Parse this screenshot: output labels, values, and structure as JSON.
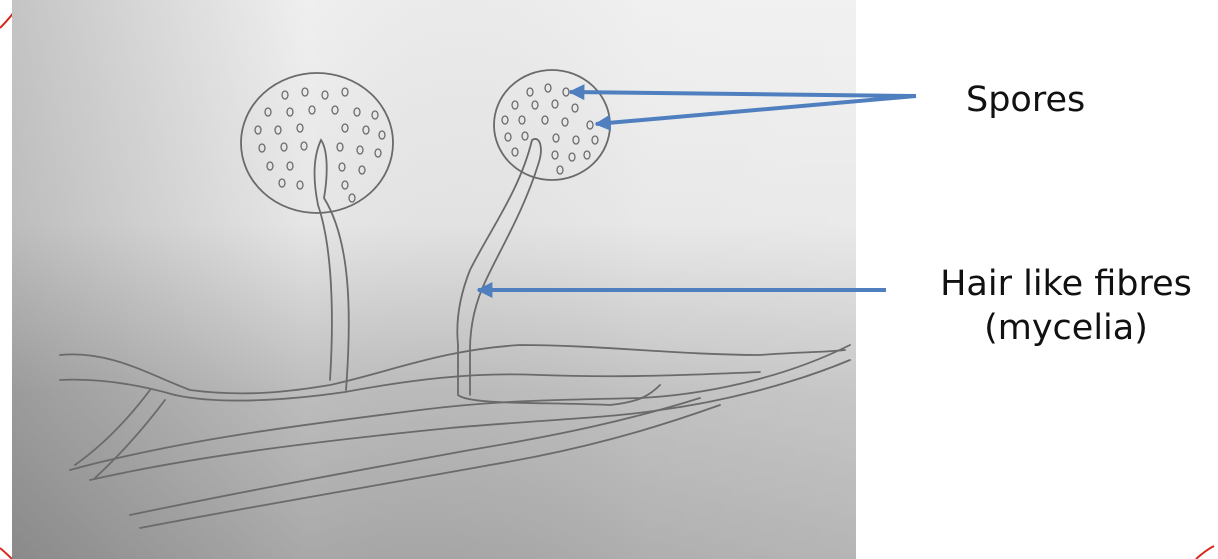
{
  "labels": {
    "spores": "Spores",
    "hair_line1": "Hair like fibres",
    "hair_line2": "(mycelia)"
  },
  "colors": {
    "page_background": "#ffffff",
    "arrow": "#4f7fbf",
    "pencil": "#6a6a6a",
    "slide_frame": "#d42a1e"
  }
}
